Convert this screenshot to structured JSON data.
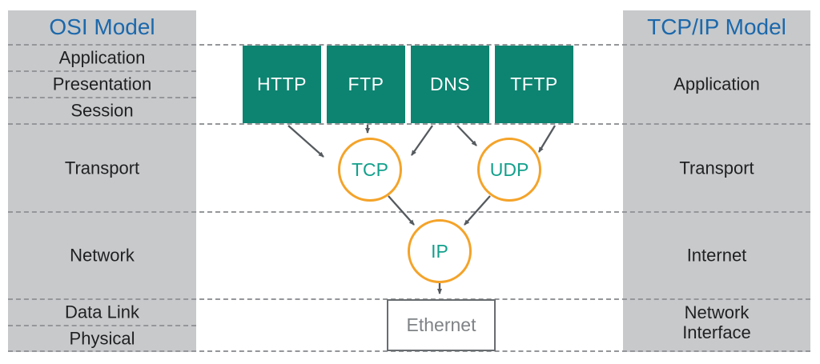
{
  "osi_panel": {
    "title": "OSI Model",
    "layers": [
      "Application",
      "Presentation",
      "Session",
      "Transport",
      "Network",
      "Data Link",
      "Physical"
    ]
  },
  "tcpip_panel": {
    "title": "TCP/IP Model",
    "layers": [
      "Application",
      "Transport",
      "Internet",
      "Network Interface"
    ]
  },
  "protocol_boxes": [
    "HTTP",
    "FTP",
    "DNS",
    "TFTP"
  ],
  "nodes": {
    "tcp": "TCP",
    "udp": "UDP",
    "ip": "IP",
    "ethernet": "Ethernet"
  },
  "connections": [
    {
      "from": "HTTP",
      "to": "TCP"
    },
    {
      "from": "FTP",
      "to": "TCP"
    },
    {
      "from": "DNS",
      "to": "TCP"
    },
    {
      "from": "DNS",
      "to": "UDP"
    },
    {
      "from": "TFTP",
      "to": "UDP"
    },
    {
      "from": "TCP",
      "to": "IP"
    },
    {
      "from": "UDP",
      "to": "IP"
    },
    {
      "from": "IP",
      "to": "Ethernet"
    }
  ],
  "colors": {
    "panel_gray": "#c7c9cb",
    "teal": "#0d8471",
    "orange": "#f4a329",
    "node_text_teal": "#13a08c",
    "title_blue": "#1c68ab",
    "layer_text": "#1f2022",
    "arrow_gray": "#555a5e",
    "dash_gray": "#949699",
    "ethernet_text": "#7f8386",
    "ethernet_border": "#696d70"
  }
}
